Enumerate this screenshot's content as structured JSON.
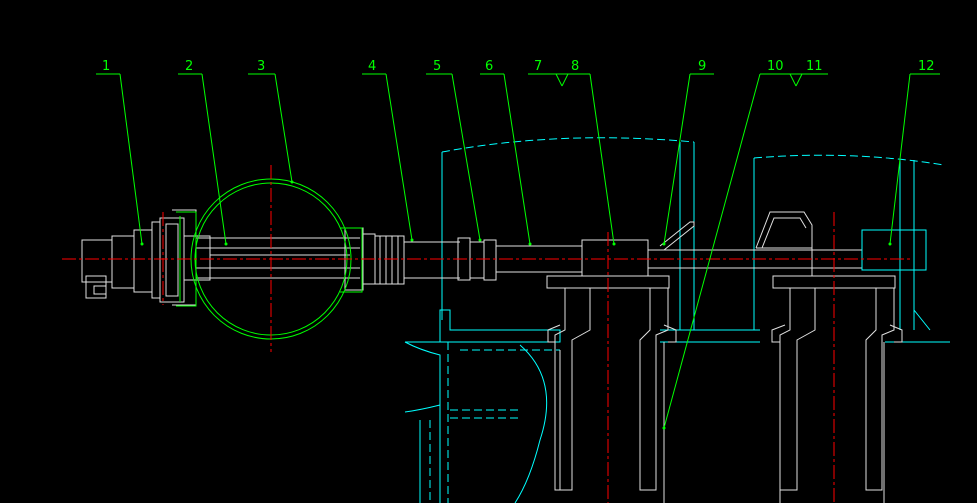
{
  "drawing": {
    "callouts": [
      {
        "id": "c1",
        "text": "1"
      },
      {
        "id": "c2",
        "text": "2"
      },
      {
        "id": "c3",
        "text": "3"
      },
      {
        "id": "c4",
        "text": "4"
      },
      {
        "id": "c5",
        "text": "5"
      },
      {
        "id": "c6",
        "text": "6"
      },
      {
        "id": "c7",
        "text": "7"
      },
      {
        "id": "c8",
        "text": "8"
      },
      {
        "id": "c9",
        "text": "9"
      },
      {
        "id": "c10",
        "text": "10"
      },
      {
        "id": "c11",
        "text": "11"
      },
      {
        "id": "c12",
        "text": "12"
      }
    ],
    "colors": {
      "background": "#000000",
      "leader": "#00ff00",
      "outline_cyan": "#00ffff",
      "outline_white": "#e0e0e0",
      "centerline": "#ff0000"
    }
  }
}
